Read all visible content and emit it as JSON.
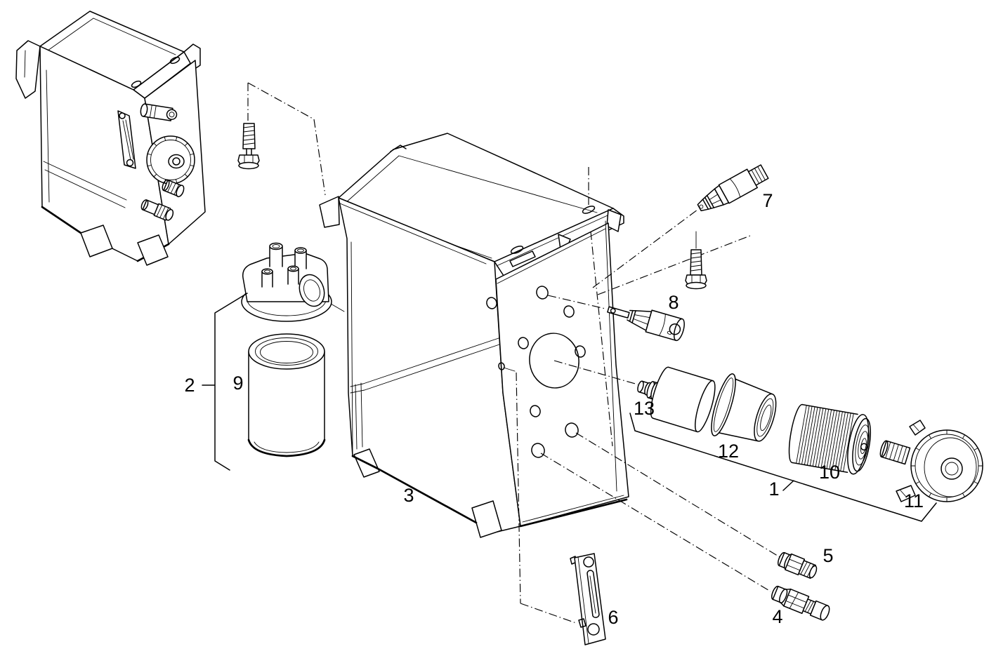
{
  "diagram": {
    "background": "#ffffff",
    "line_color": "#000000",
    "callouts": {
      "1": "1",
      "2": "2",
      "3": "3",
      "4": "4",
      "5": "5",
      "6": "6",
      "7": "7",
      "8": "8",
      "9": "9",
      "10": "10",
      "11": "11",
      "12": "12",
      "13": "13"
    }
  }
}
